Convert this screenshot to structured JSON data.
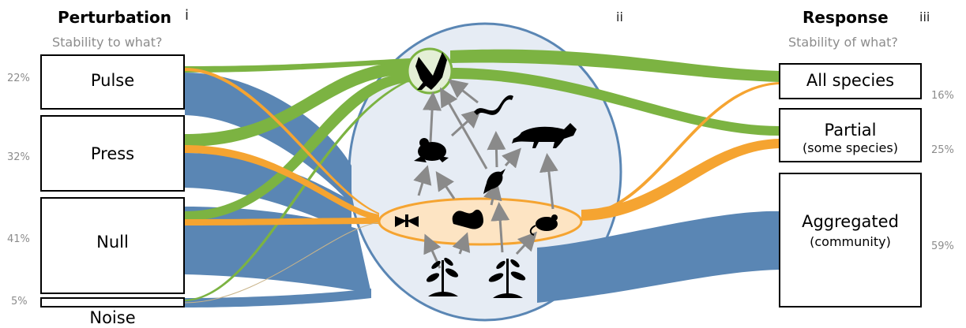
{
  "panels": {
    "perturbation": {
      "title": "Perturbation",
      "roman": "i",
      "subtitle": "Stability to what?"
    },
    "foodweb": {
      "roman": "ii"
    },
    "response": {
      "title": "Response",
      "roman": "iii",
      "subtitle": "Stability of what?"
    }
  },
  "perturbations": [
    {
      "label": "Pulse",
      "pct": "22%"
    },
    {
      "label": "Press",
      "pct": "32%"
    },
    {
      "label": "Null",
      "pct": "41%"
    },
    {
      "label": "Noise",
      "pct": "5%"
    }
  ],
  "responses": [
    {
      "label": "All species",
      "sub": "",
      "pct": "16%"
    },
    {
      "label": "Partial",
      "sub": "(some species)",
      "pct": "25%"
    },
    {
      "label": "Aggregated",
      "sub": "(community)",
      "pct": "59%"
    }
  ],
  "food_web": {
    "top_predator": "eagle-icon",
    "mid_level": [
      "snake-icon",
      "frog-icon",
      "fox-icon",
      "bird-icon"
    ],
    "basal_consumers": [
      "moth-icon",
      "caterpillar-icon",
      "mouse-icon"
    ],
    "producers": [
      "plant-icon",
      "plant-icon"
    ]
  },
  "colors": {
    "all_species_flow": "#7cb342",
    "partial_flow": "#f5a431",
    "aggregated_flow": "#5a86b4",
    "web_fill": "#e6ecf4",
    "web_stroke": "#5a86b4",
    "top_fill": "#e4efd6",
    "base_fill": "#fde4c3"
  }
}
